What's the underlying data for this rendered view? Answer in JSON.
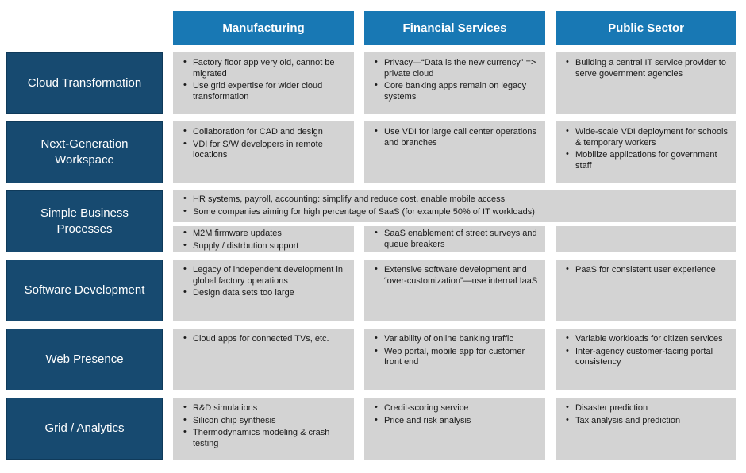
{
  "colors": {
    "column_header_bg": "#1878B4",
    "row_header_bg": "#174A70",
    "row_header_border": "#0F3A5A",
    "cell_bg": "#D3D3D3",
    "header_text": "#FFFFFF",
    "cell_text": "#1A1A1A"
  },
  "table": {
    "columns": [
      "Manufacturing",
      "Financial Services",
      "Public Sector"
    ],
    "rows": [
      {
        "header": "Cloud Transformation",
        "cells": [
          {
            "bullets": [
              "Factory floor app very old, cannot be migrated",
              "Use grid expertise for wider cloud transformation"
            ]
          },
          {
            "bullets": [
              "Privacy—“Data is the new currency” => private cloud",
              "Core banking apps remain on legacy systems"
            ]
          },
          {
            "bullets": [
              "Building a central IT service provider to serve government agencies"
            ]
          }
        ]
      },
      {
        "header": "Next-Generation Workspace",
        "cells": [
          {
            "bullets": [
              "Collaboration for CAD and design",
              "VDI for S/W developers in remote locations"
            ]
          },
          {
            "bullets": [
              "Use VDI for large call center operations and branches"
            ]
          },
          {
            "bullets": [
              "Wide-scale VDI deployment for schools & temporary workers",
              "Mobilize applications for government staff"
            ]
          }
        ]
      },
      {
        "header": "Simple Business Processes",
        "spanning_bullets": [
          "HR systems, payroll, accounting: simplify and reduce cost, enable mobile access",
          "Some companies aiming for high percentage of SaaS (for example 50% of IT workloads)"
        ],
        "cells": [
          {
            "bullets": [
              "M2M firmware updates",
              "Supply / distrbution support"
            ]
          },
          {
            "bullets": [
              "SaaS enablement of street surveys and queue breakers"
            ]
          },
          {
            "bullets": []
          }
        ]
      },
      {
        "header": "Software Development",
        "cells": [
          {
            "bullets": [
              "Legacy of independent development in global factory operations",
              "Design data sets too large"
            ]
          },
          {
            "bullets": [
              "Extensive software development and “over-customization”—use internal IaaS"
            ]
          },
          {
            "bullets": [
              "PaaS for consistent user experience"
            ]
          }
        ]
      },
      {
        "header": "Web Presence",
        "cells": [
          {
            "bullets": [
              "Cloud apps for connected TVs, etc."
            ]
          },
          {
            "bullets": [
              "Variability of online banking traffic",
              "Web portal, mobile app for customer front end"
            ]
          },
          {
            "bullets": [
              "Variable workloads for citizen services",
              "Inter-agency customer-facing portal consistency"
            ]
          }
        ]
      },
      {
        "header": "Grid / Analytics",
        "cells": [
          {
            "bullets": [
              "R&D simulations",
              "Silicon chip synthesis",
              "Thermodynamics modeling & crash testing"
            ]
          },
          {
            "bullets": [
              "Credit-scoring service",
              "Price and risk analysis"
            ]
          },
          {
            "bullets": [
              "Disaster prediction",
              "Tax analysis and prediction"
            ]
          }
        ]
      }
    ]
  }
}
